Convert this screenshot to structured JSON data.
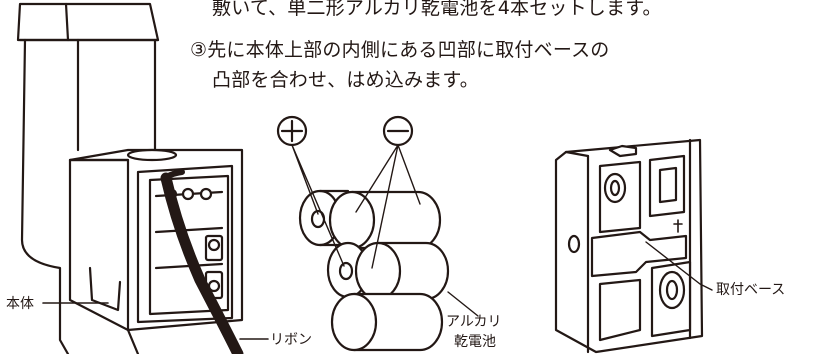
{
  "instructions": {
    "line_prev": "敷いて、単二形アルカリ乾電池を4本セットします。",
    "step3_line1": "③先に本体上部の内側にある凹部に取付ベースの",
    "step3_line2": "凸部を合わせ、はめ込みます。"
  },
  "labels": {
    "main_body": "本体",
    "ribbon": "リボン",
    "battery_line1": "アルカリ",
    "battery_line2": "乾電池",
    "mount_base": "取付ベース"
  },
  "polarity": {
    "plus": "+",
    "minus": "−"
  }
}
